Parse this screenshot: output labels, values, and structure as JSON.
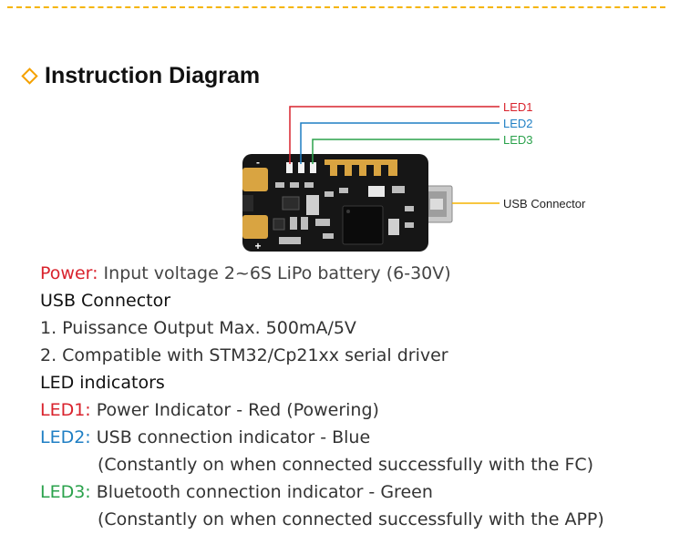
{
  "heading": {
    "title": "Instruction Diagram",
    "icon": "diamond-icon"
  },
  "callouts": {
    "led1": "LED1",
    "led2": "LED2",
    "led3": "LED3",
    "usb": "USB Connector"
  },
  "board_marks": {
    "plus": "+",
    "minus": "-"
  },
  "colors": {
    "led1": "#d9232d",
    "led2": "#1f7fc4",
    "led3": "#2ba24c",
    "usb": "#f5b400",
    "accent": "#f5a100",
    "pcb": "#1a1a1a",
    "pad": "#d9a441"
  },
  "description": {
    "power_label": "Power:",
    "power_text": " Input voltage 2~6S LiPo battery (6-30V)",
    "usb_heading": "USB Connector",
    "usb_item1": "1. Puissance Output Max. 500mA/5V",
    "usb_item2": "2. Compatible with STM32/Cp21xx serial driver",
    "led_heading": "LED indicators",
    "led1_label": "LED1:",
    "led1_text": " Power Indicator - Red (Powering)",
    "led2_label": "LED2:",
    "led2_text": " USB connection indicator - Blue",
    "led2_note": "(Constantly on when connected successfully with the FC)",
    "led3_label": "LED3:",
    "led3_text": " Bluetooth connection indicator - Green",
    "led3_note": "(Constantly on when connected successfully with the APP)"
  }
}
